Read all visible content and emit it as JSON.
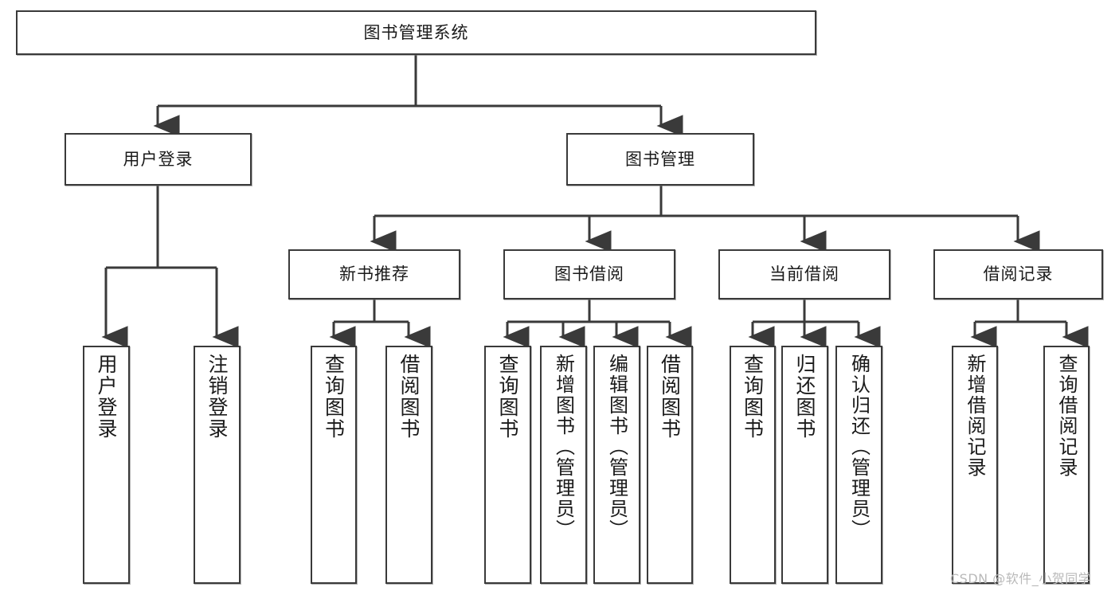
{
  "diagram": {
    "type": "tree-hierarchy",
    "title": "图书管理系统",
    "orientation": "top-down",
    "colors": {
      "box_border": "#3a3a3a",
      "box_fill": "#ffffff",
      "edge": "#3a3a3a",
      "text": "#1a1a1a",
      "watermark": "#b9b9b9"
    },
    "levels": {
      "level1": [
        "图书管理系统"
      ],
      "level2": [
        "用户登录",
        "图书管理"
      ],
      "level3": [
        "新书推荐",
        "图书借阅",
        "当前借阅",
        "借阅记录"
      ],
      "level4": [
        "用户登录",
        "注销登录",
        "查询图书",
        "借阅图书",
        "查询图书",
        "新增图书（管理员）",
        "编辑图书（管理员）",
        "借阅图书",
        "查询图书",
        "归还图书",
        "确认归还（管理员）",
        "新增借阅记录",
        "查询借阅记录"
      ]
    },
    "nodes": {
      "root": {
        "label": "图书管理系统"
      },
      "user_login": {
        "label": "用户登录"
      },
      "book_manage": {
        "label": "图书管理"
      },
      "new_book_rec": {
        "label": "新书推荐"
      },
      "book_borrow": {
        "label": "图书借阅"
      },
      "current_borrow": {
        "label": "当前借阅"
      },
      "borrow_record": {
        "label": "借阅记录"
      },
      "leaf_user_login": {
        "label": "用户登录"
      },
      "leaf_logout": {
        "label": "注销登录"
      },
      "leaf_query_book_1": {
        "label": "查询图书"
      },
      "leaf_borrow_book_1": {
        "label": "借阅图书"
      },
      "leaf_query_book_2": {
        "label": "查询图书"
      },
      "leaf_add_book_admin": {
        "label": "新增图书（管理员）"
      },
      "leaf_edit_book_admin": {
        "label": "编辑图书（管理员）"
      },
      "leaf_borrow_book_2": {
        "label": "借阅图书"
      },
      "leaf_query_book_3": {
        "label": "查询图书"
      },
      "leaf_return_book": {
        "label": "归还图书"
      },
      "leaf_confirm_return_admin": {
        "label": "确认归还（管理员）"
      },
      "leaf_add_borrow_record": {
        "label": "新增借阅记录"
      },
      "leaf_query_borrow_record": {
        "label": "查询借阅记录"
      }
    },
    "edges": [
      {
        "from": "root",
        "to": "user_login"
      },
      {
        "from": "root",
        "to": "book_manage"
      },
      {
        "from": "user_login",
        "to": "leaf_user_login"
      },
      {
        "from": "user_login",
        "to": "leaf_logout"
      },
      {
        "from": "book_manage",
        "to": "new_book_rec"
      },
      {
        "from": "book_manage",
        "to": "book_borrow"
      },
      {
        "from": "book_manage",
        "to": "current_borrow"
      },
      {
        "from": "book_manage",
        "to": "borrow_record"
      },
      {
        "from": "new_book_rec",
        "to": "leaf_query_book_1"
      },
      {
        "from": "new_book_rec",
        "to": "leaf_borrow_book_1"
      },
      {
        "from": "book_borrow",
        "to": "leaf_query_book_2"
      },
      {
        "from": "book_borrow",
        "to": "leaf_add_book_admin"
      },
      {
        "from": "book_borrow",
        "to": "leaf_edit_book_admin"
      },
      {
        "from": "book_borrow",
        "to": "leaf_borrow_book_2"
      },
      {
        "from": "current_borrow",
        "to": "leaf_query_book_3"
      },
      {
        "from": "current_borrow",
        "to": "leaf_return_book"
      },
      {
        "from": "current_borrow",
        "to": "leaf_confirm_return_admin"
      },
      {
        "from": "borrow_record",
        "to": "leaf_add_borrow_record"
      },
      {
        "from": "borrow_record",
        "to": "leaf_query_borrow_record"
      }
    ]
  },
  "watermark": {
    "text": "CSDN @软件_小贺同学"
  }
}
